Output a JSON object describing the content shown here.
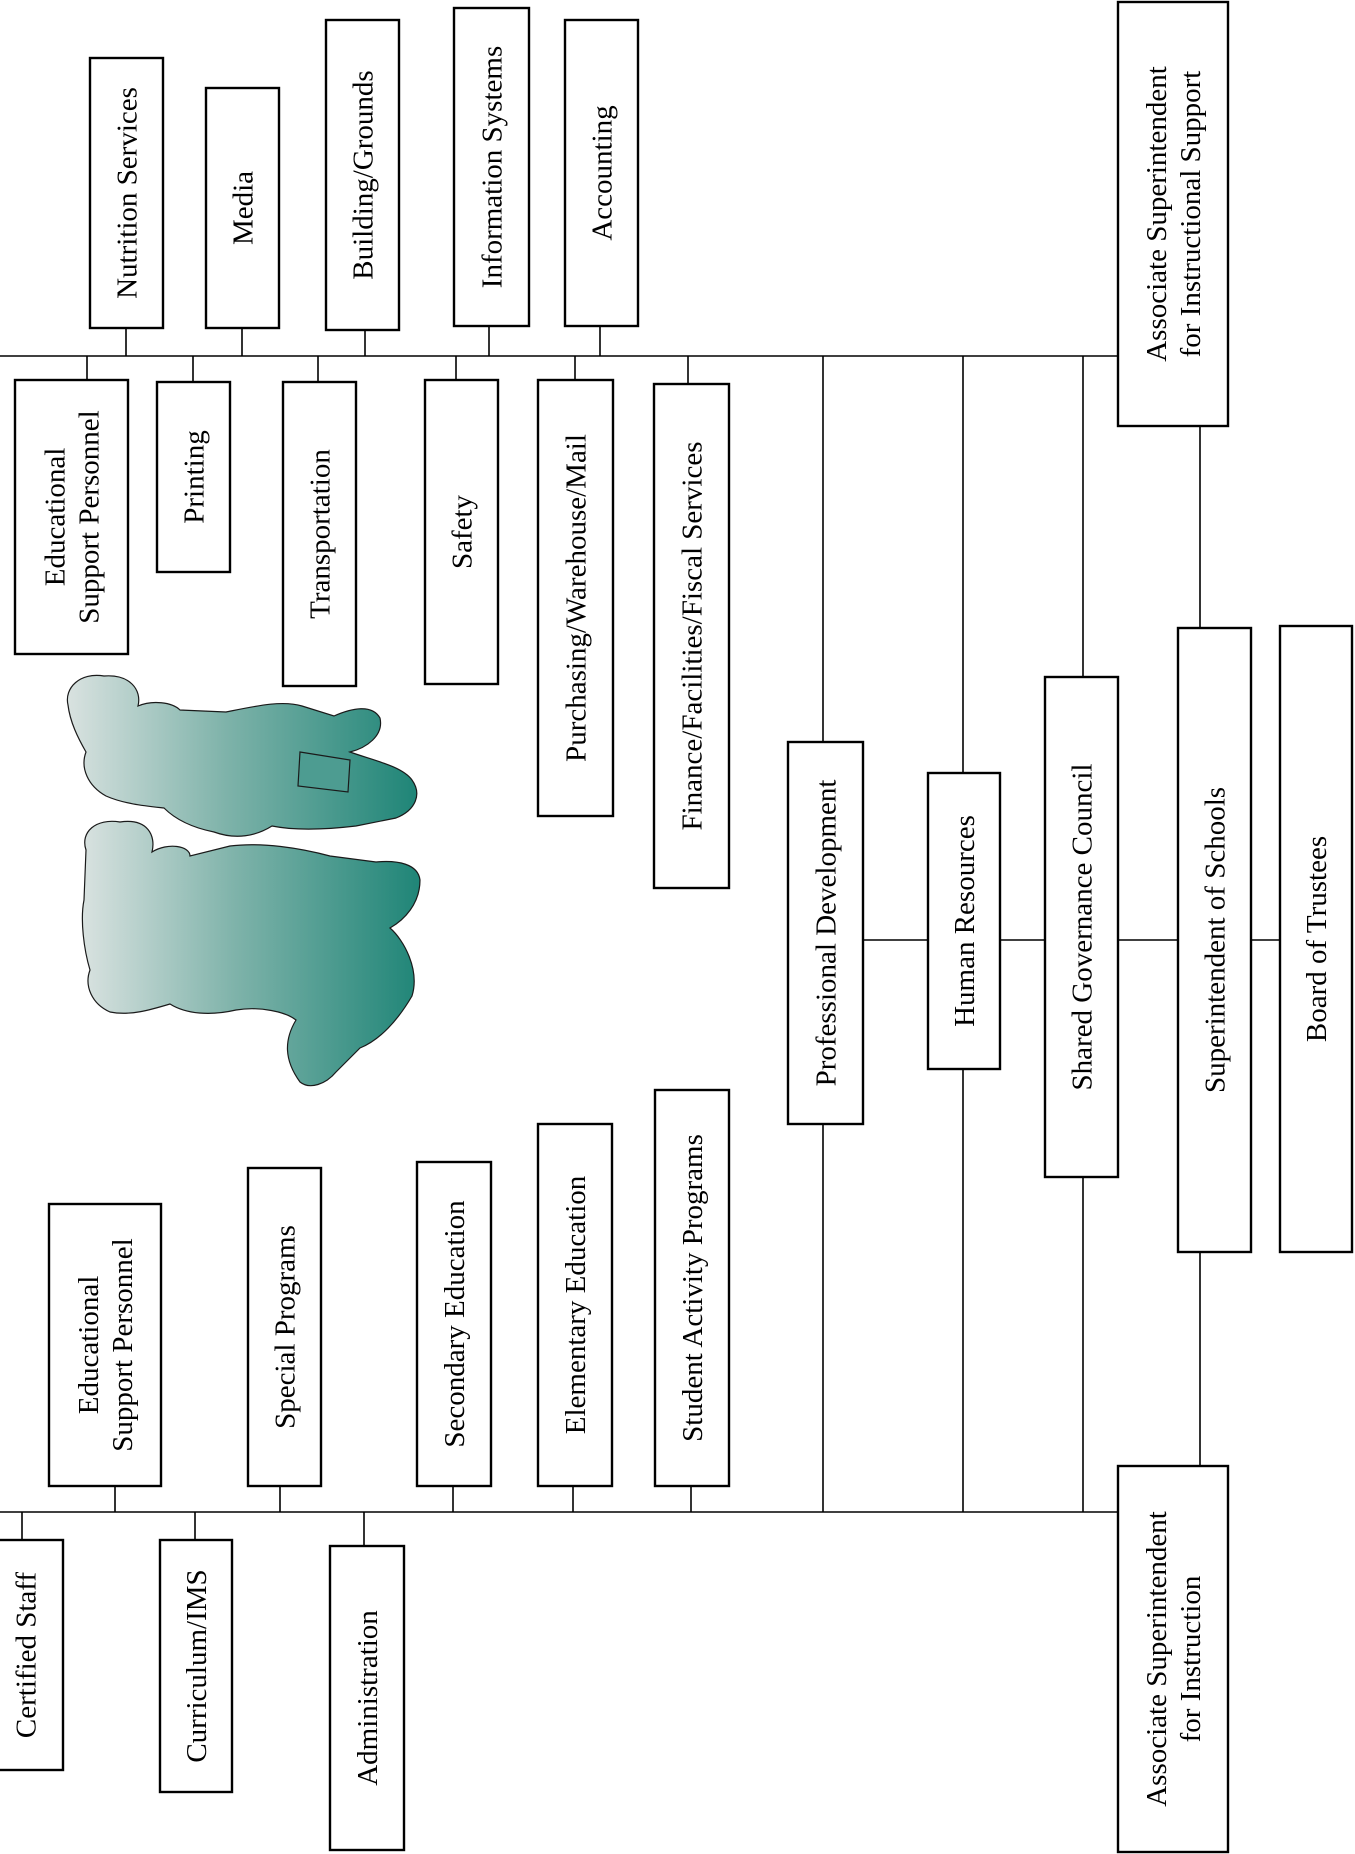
{
  "org_chart": {
    "board": "Board of Trustees",
    "superintendent": "Superintendent of Schools",
    "shared_governance": "Shared Governance Council",
    "human_resources": "Human Resources",
    "professional_development": "Professional Development",
    "assoc_instruction": [
      "Associate Superintendent",
      "for Instruction"
    ],
    "assoc_support": [
      "Associate Superintendent",
      "for Instructional Support"
    ],
    "instruction_units": {
      "student_activity": "Student Activity Programs",
      "elementary": "Elementary Education",
      "secondary": "Secondary Education",
      "special_programs": "Special Programs",
      "edu_support_personnel": [
        "Educational",
        "Support Personnel"
      ],
      "administration": "Administration",
      "curriculum": "Curriculum/IMS",
      "certified_staff": "Certified Staff"
    },
    "support_units": {
      "finance": "Finance/Facilities/Fiscal Services",
      "purchasing": "Purchasing/Warehouse/Mail",
      "safety": "Safety",
      "transportation": "Transportation",
      "printing": "Printing",
      "edu_support_personnel": [
        "Educational",
        "Support Personnel"
      ],
      "accounting": "Accounting",
      "information_systems": "Information Systems",
      "building_grounds": "Building/Grounds",
      "media": "Media",
      "nutrition": "Nutrition Services"
    }
  },
  "colors": {
    "figure_teal": "#2a8a7e",
    "figure_light": "#d9e2e0",
    "line": "#000000"
  }
}
